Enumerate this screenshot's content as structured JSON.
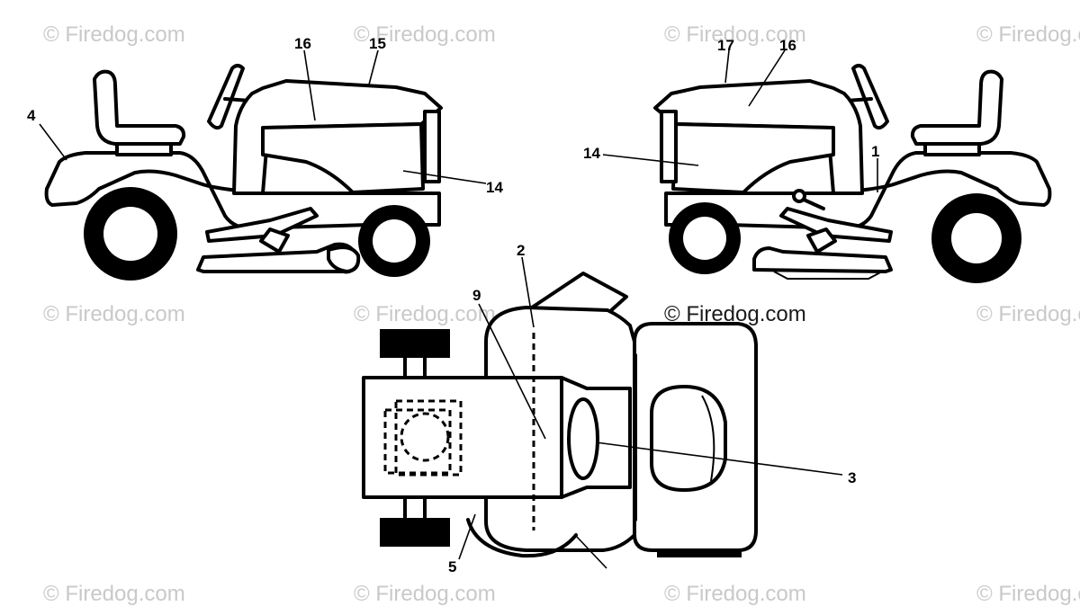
{
  "watermark": {
    "text": "© Firedog.com"
  },
  "callouts": {
    "left_4": "4",
    "left_16": "16",
    "left_15": "15",
    "left_14": "14",
    "right_17": "17",
    "right_16": "16",
    "right_14": "14",
    "right_1": "1",
    "top_2": "2",
    "top_9": "9",
    "top_3": "3",
    "top_5": "5"
  },
  "colors": {
    "line": "#000000",
    "watermark": "#c9c9c9",
    "background": "#ffffff"
  }
}
